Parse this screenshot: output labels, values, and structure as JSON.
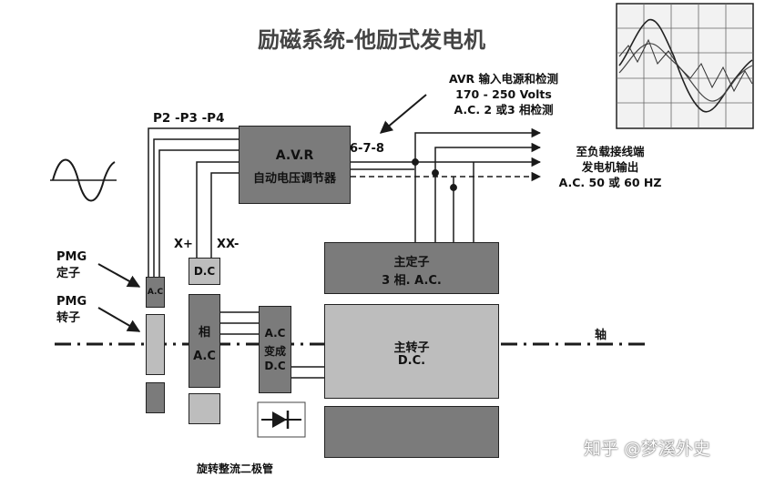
{
  "title": "励磁系统-他励式发电机",
  "colors": {
    "dark_box": "#7b7b7b",
    "light_box": "#bdbdbd",
    "line": "#1a1a1a",
    "grid": "#666666"
  },
  "avr_box": {
    "line1": "A.V.R",
    "line2": "自动电压调节器"
  },
  "avr_input": {
    "line1": "AVR 输入电源和检测",
    "line2": "170 - 250 Volts",
    "line3": "A.C. 2 或3 相检测"
  },
  "p_label": "P2 -P3 -P4",
  "terminal_label": "6-7-8",
  "load_output": {
    "line1": "至负载接线端",
    "line2": "发电机输出",
    "line3": "A.C. 50 或 60 HZ"
  },
  "x_plus": "X+",
  "xx_minus": "XX-",
  "dc_label": "D.C",
  "pmg_stator": {
    "line1": "PMG",
    "line2": "定子",
    "box": "A.C"
  },
  "pmg_rotor": {
    "line1": "PMG",
    "line2": "转子"
  },
  "exciter_box": {
    "line1": "相",
    "line2": "A.C"
  },
  "rectifier_box": {
    "line1": "A.C",
    "line2": "变成",
    "line3": "D.C"
  },
  "main_stator": {
    "line1": "主定子",
    "line2": "3 相. A.C."
  },
  "main_rotor": {
    "line1": "主转子",
    "line2": "D.C."
  },
  "shaft_label": "轴",
  "diode_caption": "旋转整流二极管",
  "watermark": "知乎 @梦溪外史",
  "icons": [
    "sine-wave-icon",
    "diode-icon",
    "arrow-icon"
  ]
}
